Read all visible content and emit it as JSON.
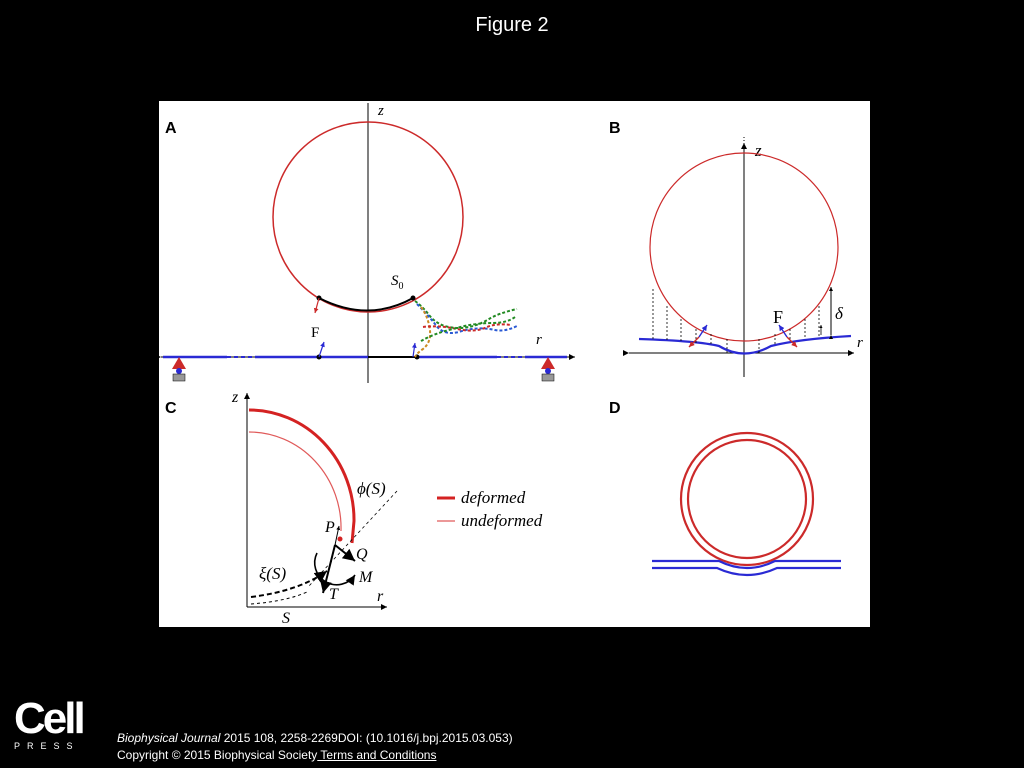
{
  "slide": {
    "title": "Figure 2"
  },
  "figure": {
    "panels": {
      "a": {
        "label": "A",
        "axis_z": "z",
        "axis_r": "r",
        "s0": "S",
        "s0_sub": "0",
        "force": "F"
      },
      "b": {
        "label": "B",
        "axis_z": "z",
        "axis_r": "r",
        "force": "F",
        "delta": "δ"
      },
      "c": {
        "label": "C",
        "axis_z": "z",
        "axis_r": "r",
        "phi": "ϕ(S)",
        "xi": "ξ(S)",
        "p": "P",
        "q": "Q",
        "m": "M",
        "t": "T",
        "s": "S",
        "legend": [
          {
            "label": "deformed",
            "color": "#d42222"
          },
          {
            "label": "undeformed",
            "color": "#e05a5a"
          }
        ]
      },
      "d": {
        "label": "D"
      }
    },
    "colors": {
      "vesicle": "#cc2a2a",
      "substrate": "#2a2ad4",
      "axis": "#000000"
    }
  },
  "footer": {
    "logo": {
      "main": "Cell",
      "sub": "PRESS"
    },
    "citation": {
      "journal": "Biophysical Journal",
      "rest": " 2015 108, 2258-2269DOI: (10.1016/j.bpj.2015.03.053)"
    },
    "copyright": {
      "text": "Copyright © 2015 Biophysical Society",
      "link": " Terms and Conditions"
    }
  }
}
